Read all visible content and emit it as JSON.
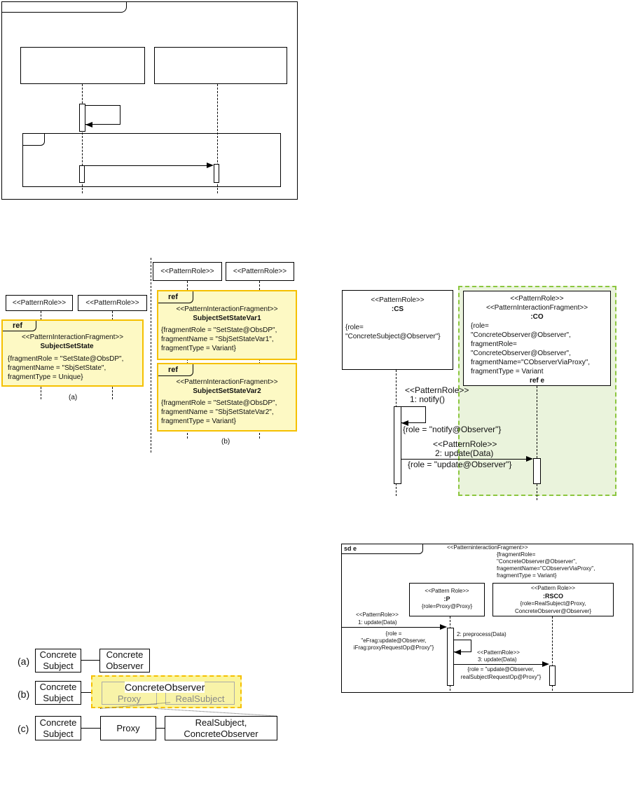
{
  "fig_a_b": {
    "a": {
      "role1": "<<PatternRole>>",
      "role2": "<<PatternRole>>",
      "ref": "ref",
      "stereotype": "<<PatternInteractionFragment>>",
      "name": "SubjectSetState",
      "props": [
        "{fragmentRole = \"SetState@ObsDP\",",
        "fragmentName = \"SbjSetState\",",
        "fragmentType = Unique}"
      ],
      "label": "(a)"
    },
    "b": {
      "role1": "<<PatternRole>>",
      "role2": "<<PatternRole>>",
      "frag1": {
        "ref": "ref",
        "stereotype": "<<PatternInteractionFragment>>",
        "name": "SubjectSetStateVar1",
        "props": [
          "{fragmentRole = \"SetState@ObsDP\",",
          "fragmentName = \"SbjSetStateVar1\",",
          "fragmentType = Variant}"
        ]
      },
      "frag2": {
        "ref": "ref",
        "stereotype": "<<PatternInteractionFragment>>",
        "name": "SubjectSetStateVar2",
        "props": [
          "{fragmentRole = \"SetState@ObsDP\",",
          "fragmentName = \"SbjSetStateVar2\",",
          "fragmentType = Variant}"
        ]
      },
      "label": "(b)"
    }
  },
  "observer_diagram": {
    "cs": {
      "stereotype": "<<PatternRole>>",
      "name": ":CS",
      "props": [
        "{role=",
        "\"ConcreteSubject@Observer\"}"
      ]
    },
    "co": {
      "stereotype1": "<<PatternRole>>",
      "stereotype2": "<<PatternInteractionFragment>>",
      "name": ":CO",
      "props": [
        "{role=",
        "\"ConcreteObserver@Observer\",",
        "fragmentRole=",
        "\"ConcreteObserver@Observer\",",
        "fragmentName=\"CObserverViaProxy\",",
        "fragmentType = Variant"
      ],
      "ref": "ref e"
    },
    "msg1": {
      "stereotype": "<<PatternRole>>",
      "label": "1: notify()",
      "role": "{role = \"notify@Observer\"}"
    },
    "msg2": {
      "stereotype": "<<PatternRole>>",
      "label": "2: update(Data)",
      "role": "{role = \"update@Observer\"}"
    }
  },
  "sd_e": {
    "tab": "sd e",
    "header": [
      "<<PatterninteractionFragment>>",
      "{fragmentRole=",
      "\"ConcreteObserver@Observer\",",
      "fragementName=\"CObserverViaProxy\",",
      "fragmentType = Variant}"
    ],
    "p": {
      "stereotype": "<<Pattern Role>>",
      "name": ":P",
      "props": "{role=Proxy@Proxy}"
    },
    "rsco": {
      "stereotype": "<<Pattern Role>>",
      "name": ":RSCO",
      "props": [
        "{role=RealSubject@Proxy,",
        "ConcreteObserver@Observer}"
      ]
    },
    "msg1": {
      "stereotype": "<<PatternRole>>",
      "label": "1: update(Data)",
      "role": [
        "{role =",
        "\"eFrag:update@Observer,",
        "iFrag:proxyRequestOp@Proxy\"}"
      ]
    },
    "msg2": {
      "label": "2: preprocess(Data)"
    },
    "msg3": {
      "stereotype": "<<PatternRole>>",
      "label": "3: update(Data)",
      "role": [
        "{role = \"update@Observer,",
        "realSubjectRequestOp@Proxy\"}"
      ]
    }
  },
  "composition": {
    "a": {
      "label": "(a)",
      "left": [
        "Concrete",
        "Subject"
      ],
      "right": [
        "Concrete",
        "Observer"
      ]
    },
    "b": {
      "label": "(b)",
      "left": [
        "Concrete",
        "Subject"
      ],
      "hidden1": "Proxy",
      "hidden2": "RealSubject",
      "overlay": "ConcreteObserver"
    },
    "c": {
      "label": "(c)",
      "left": [
        "Concrete",
        "Subject"
      ],
      "mid": "Proxy",
      "right": [
        "RealSubject,",
        "ConcreteObserver"
      ]
    }
  },
  "colors": {
    "ref_fill": "#fdf9c4",
    "ref_border": "#f5c000",
    "green_fill": "#eaf3dc",
    "green_border": "#8cc63f"
  }
}
